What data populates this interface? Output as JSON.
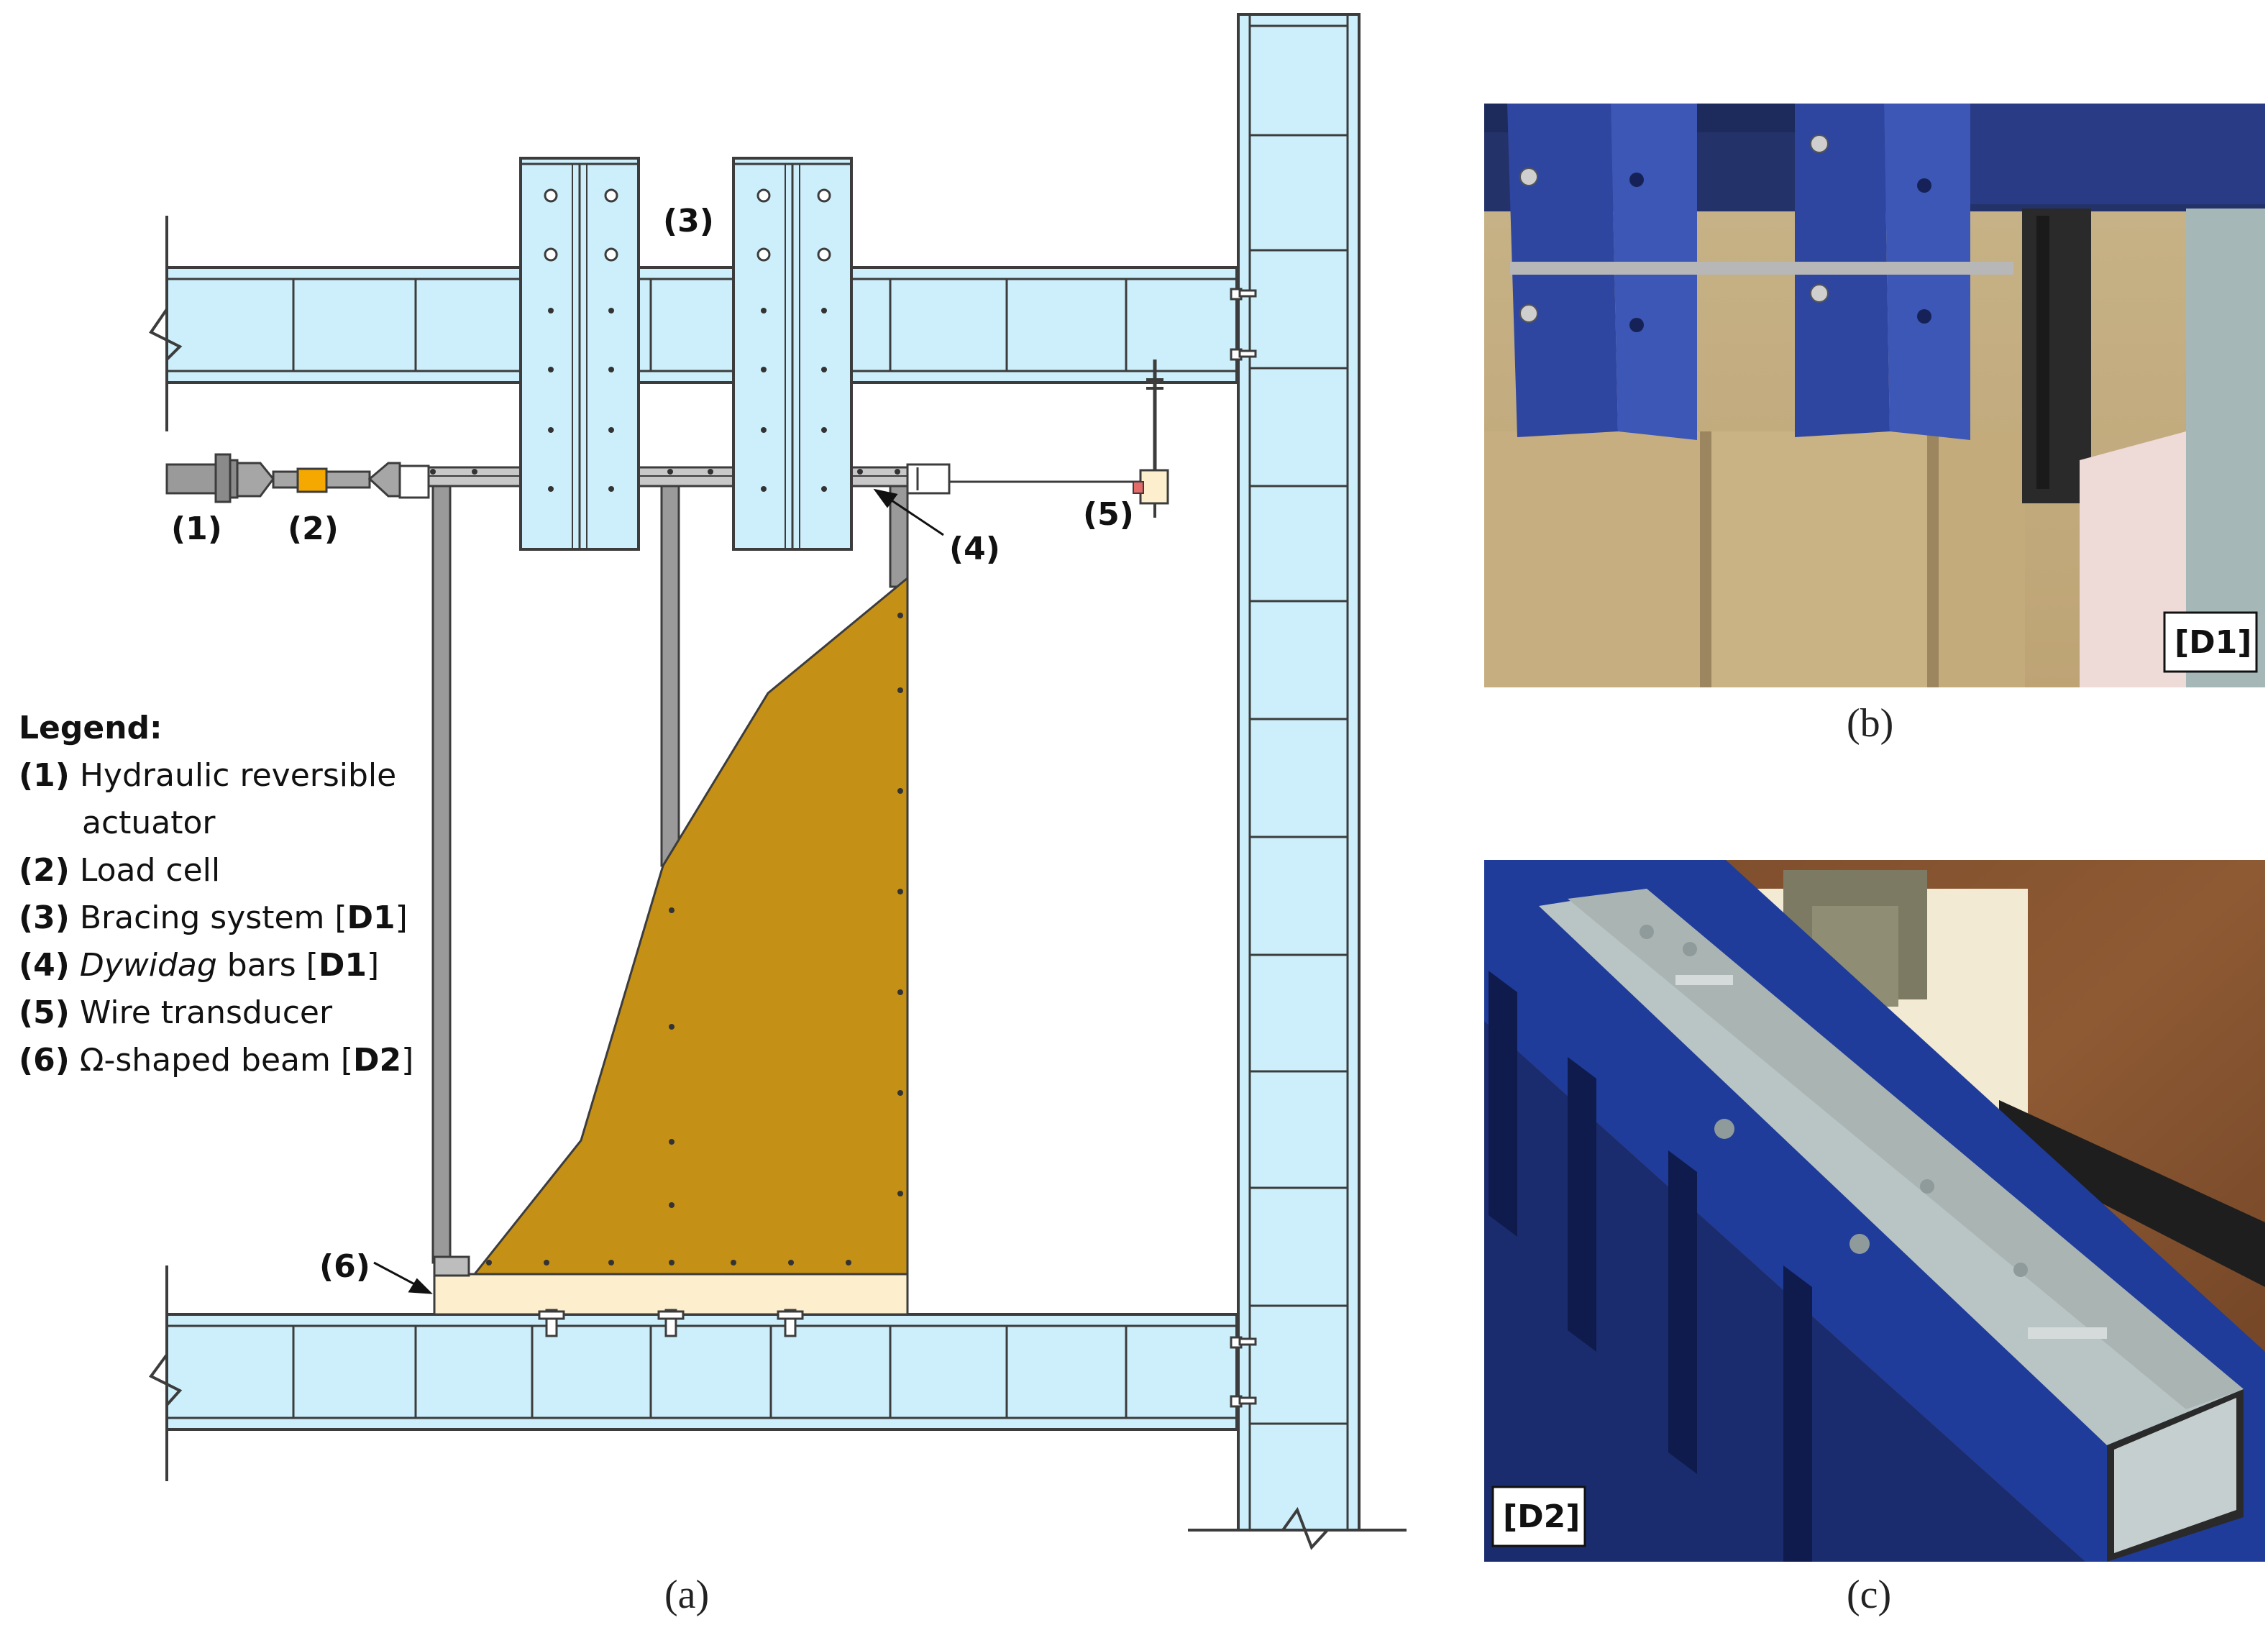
{
  "panels": {
    "a": {
      "caption": "(a)"
    },
    "b": {
      "caption": "(b)",
      "tag": "[D1]"
    },
    "c": {
      "caption": "(c)",
      "tag": "[D2]"
    }
  },
  "callouts": {
    "c1": "(1)",
    "c2": "(2)",
    "c3": "(3)",
    "c4": "(4)",
    "c5": "(5)",
    "c6": "(6)"
  },
  "legend": {
    "title": "Legend:",
    "items": [
      {
        "num": "(1)",
        "text": "Hydraulic reversible",
        "text2": "actuator"
      },
      {
        "num": "(2)",
        "text": "Load cell"
      },
      {
        "num": "(3)",
        "text": "Bracing system [",
        "bold": "D1",
        "after": "]"
      },
      {
        "num": "(4)",
        "italic": "Dywidag",
        "text": " bars  [",
        "bold": "D1",
        "after": "]"
      },
      {
        "num": "(5)",
        "text": "Wire transducer"
      },
      {
        "num": "(6)",
        "text": "Ω-shaped beam [",
        "bold": "D2",
        "after": "]"
      }
    ]
  },
  "colors": {
    "steel": "#cdeffb",
    "steel_line": "#3c3c3c",
    "panel": "#c59016",
    "foam": "#fdeecd",
    "load_cell": "#f5a800",
    "rod": "#8a8a8a"
  }
}
